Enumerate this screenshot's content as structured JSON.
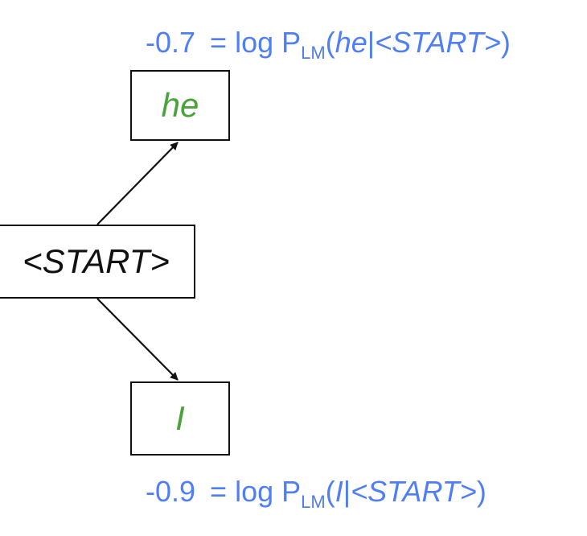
{
  "colors": {
    "score": "#4f7ef5",
    "word": "#4aa33a",
    "start": "#111111",
    "edge": "#111111"
  },
  "nodes": {
    "start": "<START>",
    "he": "he",
    "i": "I"
  },
  "scores": {
    "top": {
      "value": "-0.7",
      "equals": "= log P",
      "subscript": "LM",
      "open": "(",
      "word": "he",
      "bar": "|",
      "context": "<START>",
      "close": ")"
    },
    "bottom": {
      "value": "-0.9",
      "equals": "= log P",
      "subscript": "LM",
      "open": "(",
      "word": "I",
      "bar": "|",
      "context": "<START>",
      "close": ")"
    }
  }
}
